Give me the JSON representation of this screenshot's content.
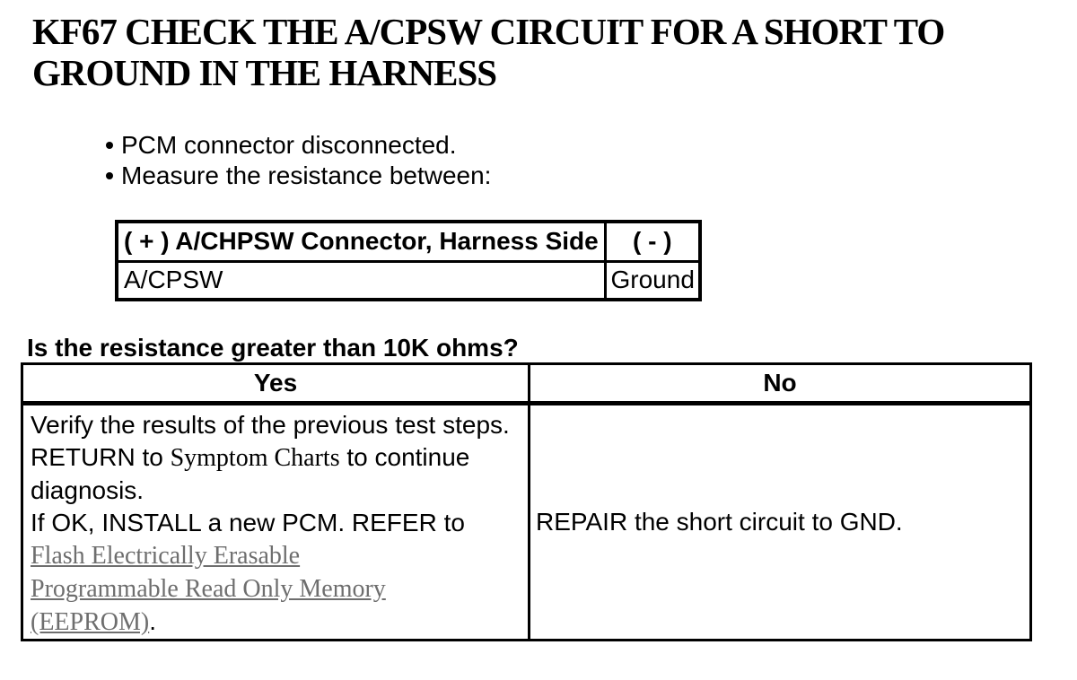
{
  "title": "KF67 CHECK THE A/CPSW CIRCUIT FOR A SHORT TO GROUND IN THE HARNESS",
  "instructions": [
    "PCM connector disconnected.",
    "Measure the resistance between:"
  ],
  "measure_table": {
    "header_positive": "( + ) A/CHPSW Connector, Harness Side",
    "header_negative": "( - )",
    "row": {
      "positive": "A/CPSW",
      "negative": "Ground"
    }
  },
  "question": "Is the resistance greater than 10K ohms?",
  "decision_table": {
    "yes_header": "Yes",
    "no_header": "No",
    "yes_lines": {
      "l1": "Verify the results of the previous test steps.",
      "l2_pre": "RETURN to ",
      "l2_ref": "Symptom Charts",
      "l2_post": " to continue",
      "l3": "diagnosis.",
      "l4": "If OK, INSTALL a new PCM. REFER to",
      "link_line1": "Flash Electrically Erasable",
      "link_line2": "Programmable Read Only Memory",
      "link_line3": "(EEPROM)",
      "link_suffix": "."
    },
    "no_action": "REPAIR the short circuit to GND."
  },
  "colors": {
    "background": "#ffffff",
    "text": "#000000",
    "border": "#000000",
    "link": "#6e6e6e"
  }
}
